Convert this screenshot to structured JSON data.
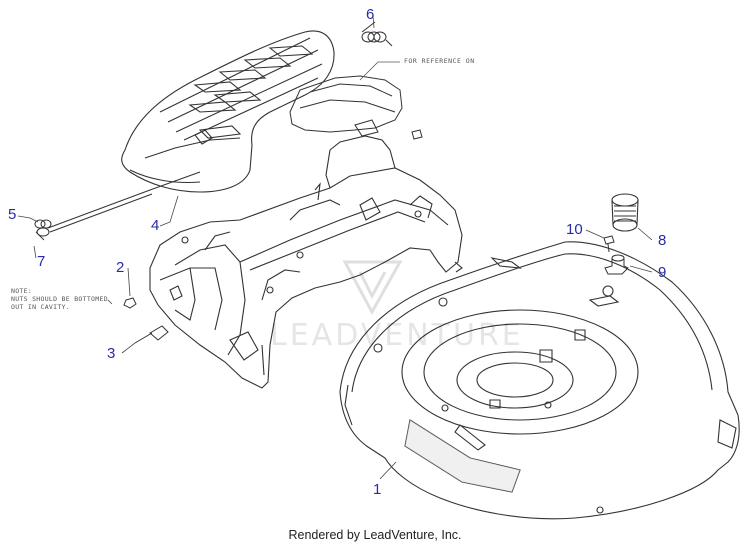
{
  "callouts": {
    "c1": "1",
    "c2": "2",
    "c3": "3",
    "c4": "4",
    "c5": "5",
    "c6": "6",
    "c7": "7",
    "c8": "8",
    "c9": "9",
    "c10": "10"
  },
  "reference_label": "FOR REFERENCE ON",
  "note": {
    "line1": "NOTE:",
    "line2": "NUTS SHOULD BE BOTTOMED",
    "line3": "OUT IN CAVITY."
  },
  "watermark": "LEADVENTURE",
  "footer": "Rendered by LeadVenture, Inc.",
  "colors": {
    "callout": "#2a2aa8",
    "linework": "#333333",
    "leader": "#444444"
  }
}
